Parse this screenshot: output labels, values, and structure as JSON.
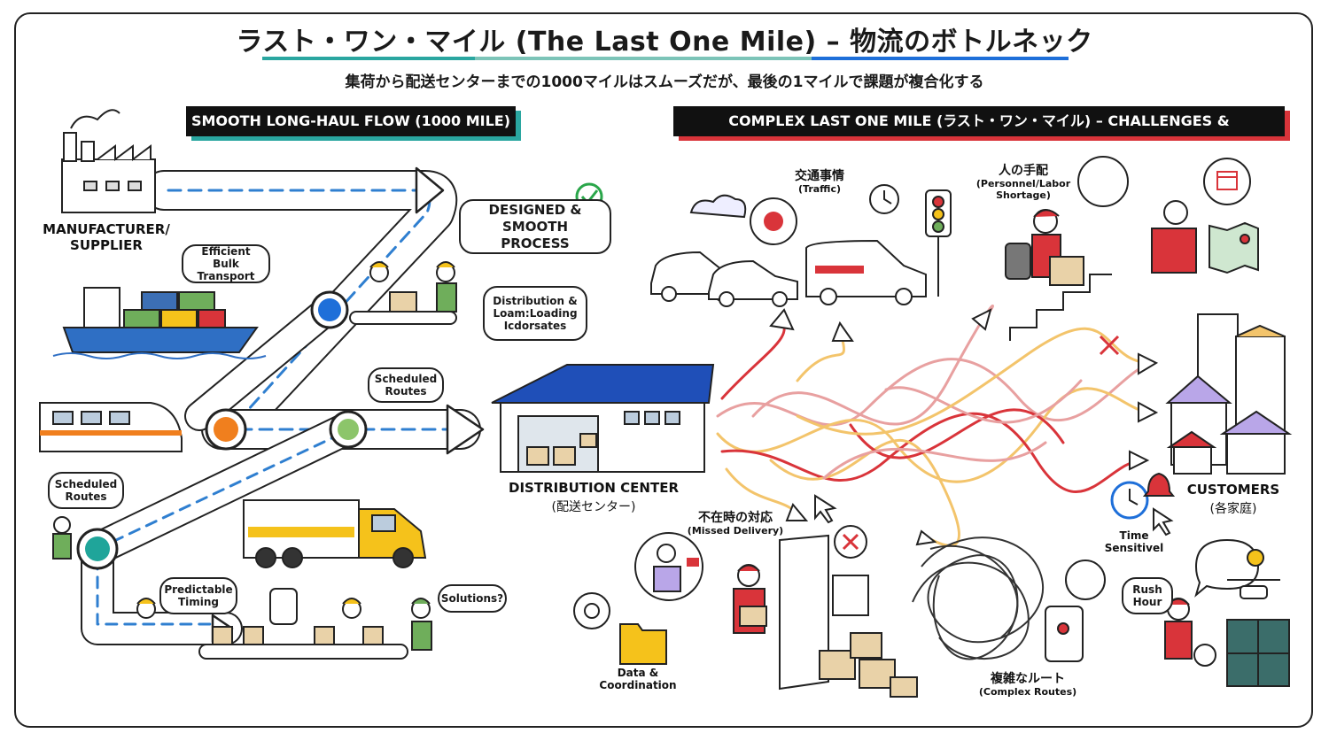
{
  "header": {
    "title": "ラスト・ワン・マイル (The Last One Mile) – 物流のボトルネック",
    "subtitle": "集荷から配送センターまでの1000マイルはスムーズだが、最後の1マイルで課題が複合化する"
  },
  "left_section": {
    "banner": "SMOOTH LONG-HAUL FLOW (1000 MILE)",
    "manufacturer_label": "MANUFACTURER/\nSUPPLIER",
    "bubbles": {
      "bulk_transport": "Efficient Bulk\nTransport",
      "designed_smooth": "DESIGNED &\nSMOOTH PROCESS",
      "distribution_loading": "Distribution &\nLoam:Loading\nIcdorsates",
      "scheduled_routes_upper": "Scheduled\nRoutes",
      "scheduled_routes_lower": "Scheduled\nRoutes",
      "predictable_timing": "Predictable\nTiming",
      "solutions": "Solutions?"
    },
    "distribution_center_label": "DISTRIBUTION CENTER",
    "distribution_center_sub": "(配送センター)"
  },
  "right_section": {
    "banner": "COMPLEX LAST ONE MILE (ラスト・ワン・マイル) – CHALLENGES & BOTTLENECKS",
    "traffic_jp": "交通事情",
    "traffic_en": "(Traffic)",
    "labor_jp": "人の手配",
    "labor_en": "(Personnel/Labor\nShortage)",
    "missed_jp": "不在時の対応",
    "missed_en": "(Missed Delivery)",
    "data_label": "Data &\nCoordination",
    "routes_jp": "複雑なルート",
    "routes_en": "(Complex Routes)",
    "customers_label": "CUSTOMERS",
    "customers_sub": "(各家庭)",
    "time_sensitive": "Time\nSensitivel",
    "rush_hour": "Rush\nHour"
  },
  "colors": {
    "teal": "#2aa6a0",
    "blue_node": "#1e6fd9",
    "orange_node": "#f07f1e",
    "green_node": "#8cc56a",
    "teal_node": "#1fa59a",
    "red": "#d9343a",
    "road_dash": "#2f7fd0",
    "dc_roof": "#1f4fb8",
    "truck_yellow": "#f5c21b",
    "container_green": "#6fae5b",
    "container_blue": "#3c6fb5"
  },
  "icons": [
    "factory-icon",
    "cargo-ship-icon",
    "train-icon",
    "truck-icon",
    "warehouse-icon",
    "checkmark-icon",
    "traffic-light-icon",
    "clock-icon",
    "calendar-icon",
    "map-icon",
    "question-icon",
    "gear-icon",
    "folder-icon",
    "lightbulb-icon",
    "drone-icon",
    "alarm-bell-icon",
    "cursor-icon",
    "x-mark-icon",
    "locker-icon",
    "phone-icon"
  ]
}
